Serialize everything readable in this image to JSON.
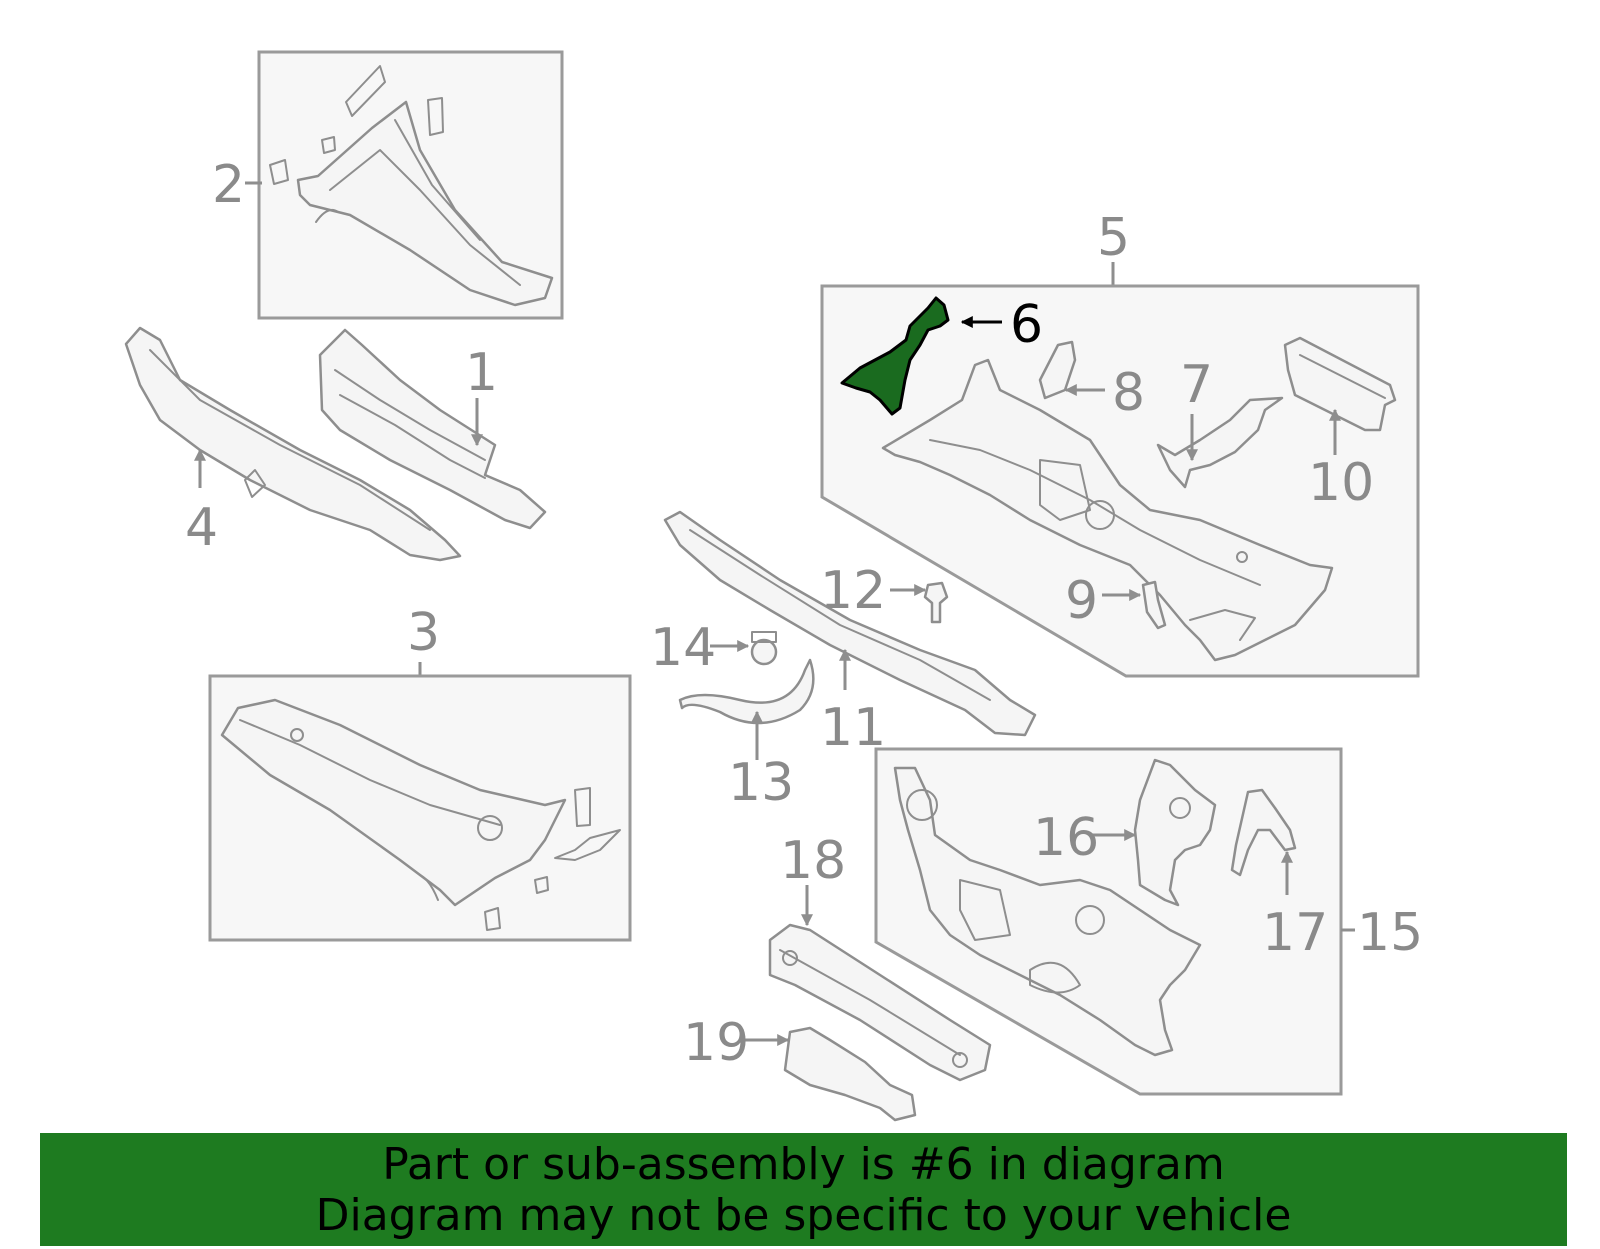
{
  "diagram": {
    "highlighted_part": "6",
    "highlight_color": "#1a6b1f",
    "banner_color": "#1e7b20",
    "callouts": {
      "c1": "1",
      "c2": "2",
      "c3": "3",
      "c4": "4",
      "c5": "5",
      "c6": "6",
      "c7": "7",
      "c8": "8",
      "c9": "9",
      "c10": "10",
      "c11": "11",
      "c12": "12",
      "c13": "13",
      "c14": "14",
      "c15": "15",
      "c16": "16",
      "c17": "17",
      "c18": "18",
      "c19": "19"
    }
  },
  "banner": {
    "line1": "Part or sub-assembly is #6 in diagram",
    "line2": "Diagram may not be specific to your vehicle"
  }
}
